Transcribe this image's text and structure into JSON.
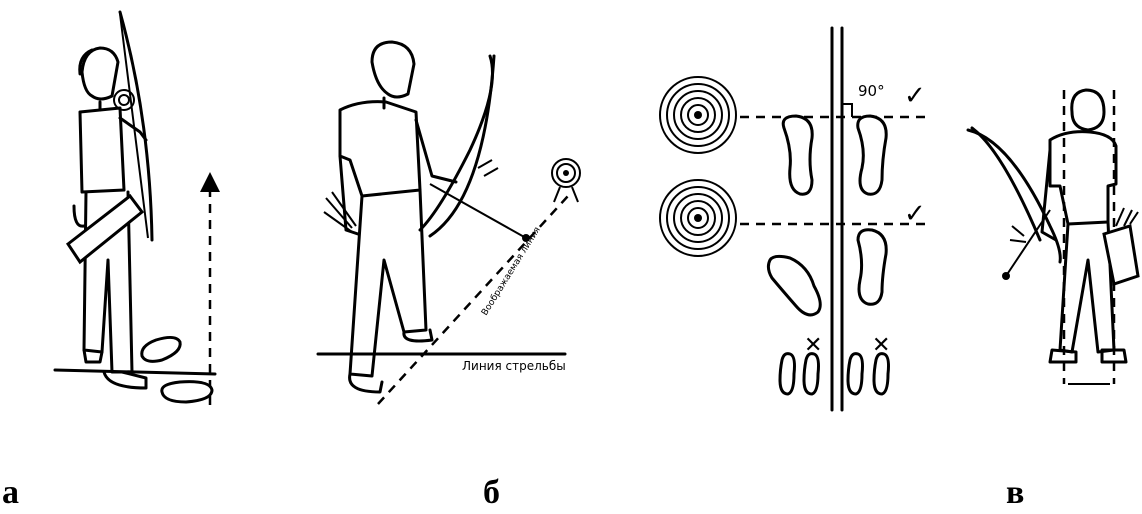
{
  "labels": {
    "shooting_line": "Линия стрельбы",
    "imaginary_line": "Воображаемая линия",
    "angle": "90°"
  },
  "captions": {
    "a": "а",
    "b": "б",
    "c": "в"
  },
  "marks": {
    "check": "✓",
    "cross": "✕"
  }
}
